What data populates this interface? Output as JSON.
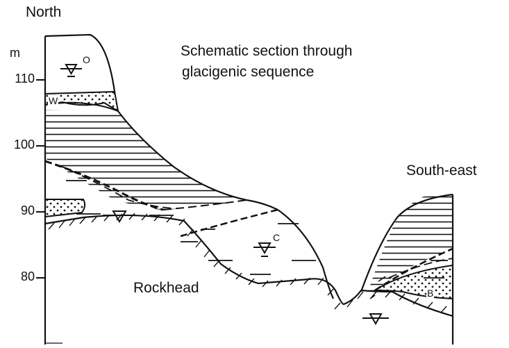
{
  "diagram": {
    "heading_north": "North",
    "heading_southeast": "South-east",
    "title_line1": "Schematic section through",
    "title_line2": "glacigenic sequence",
    "axis_unit": "m",
    "axis_ticks": [
      "110",
      "100",
      "90",
      "80"
    ],
    "rockhead_label": "Rockhead",
    "unit_labels": {
      "water_table_o": "O",
      "water_table_c": "C",
      "unit_w": "W",
      "unit_b": "B"
    },
    "colors": {
      "ink": "#111111",
      "background": "#ffffff"
    }
  }
}
